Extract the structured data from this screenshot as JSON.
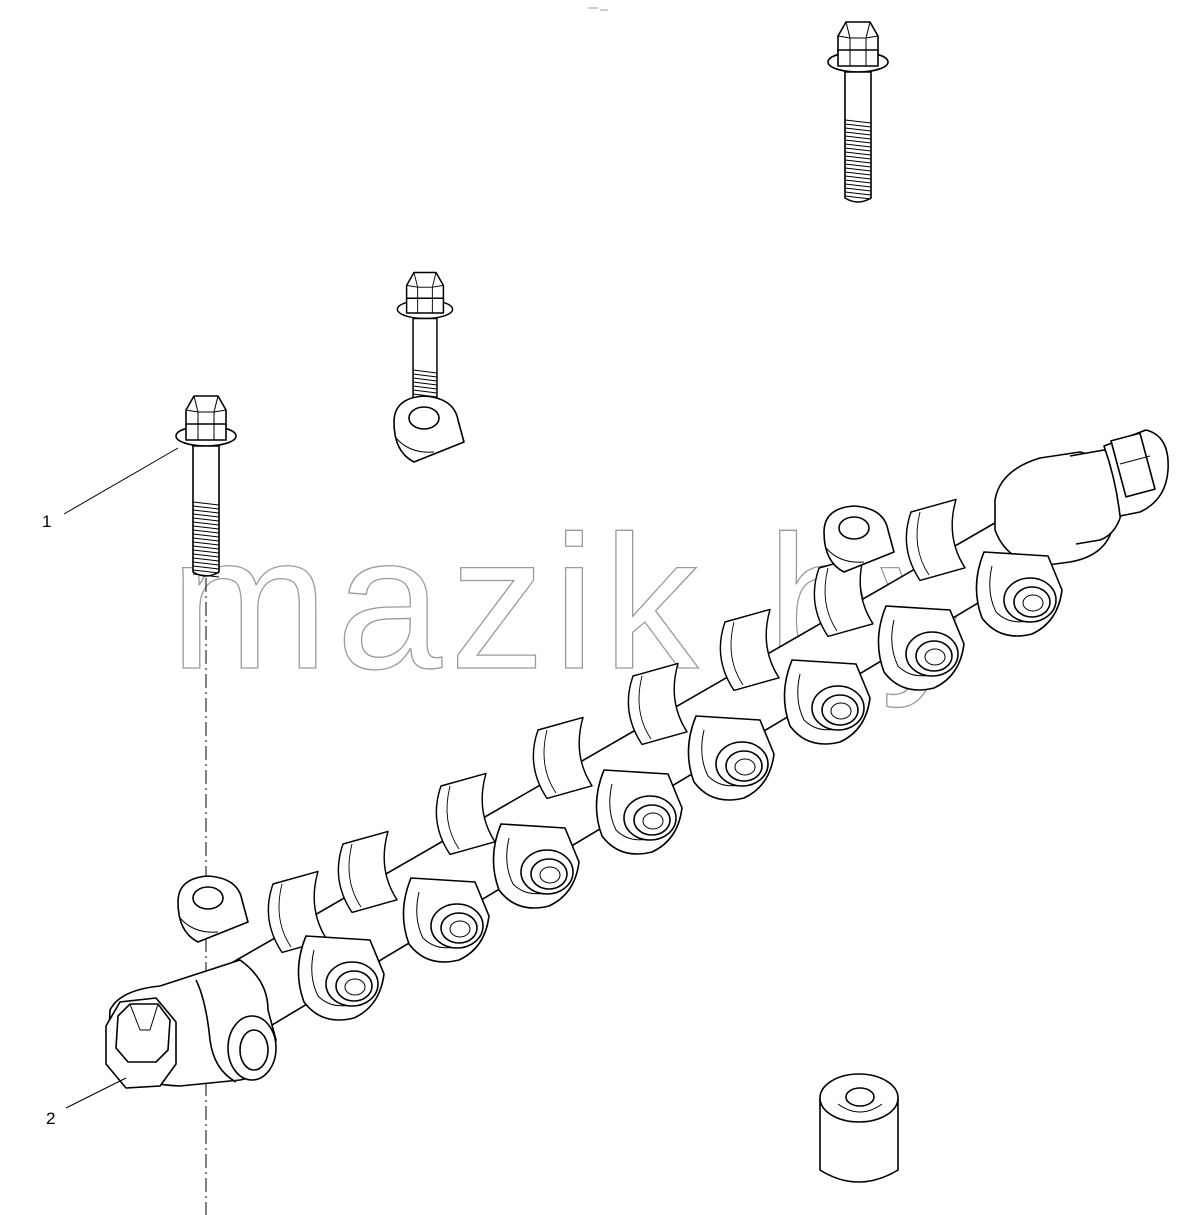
{
  "watermark": "mazik.by",
  "callouts": [
    {
      "id": "1",
      "label": "1"
    },
    {
      "id": "2",
      "label": "2"
    }
  ],
  "parts": {
    "bolt_count": 3,
    "injector_ports": 8,
    "mounting_tabs": 3
  },
  "colors": {
    "line": "#000000",
    "watermark": "#9a9a9a",
    "background": "#ffffff"
  }
}
